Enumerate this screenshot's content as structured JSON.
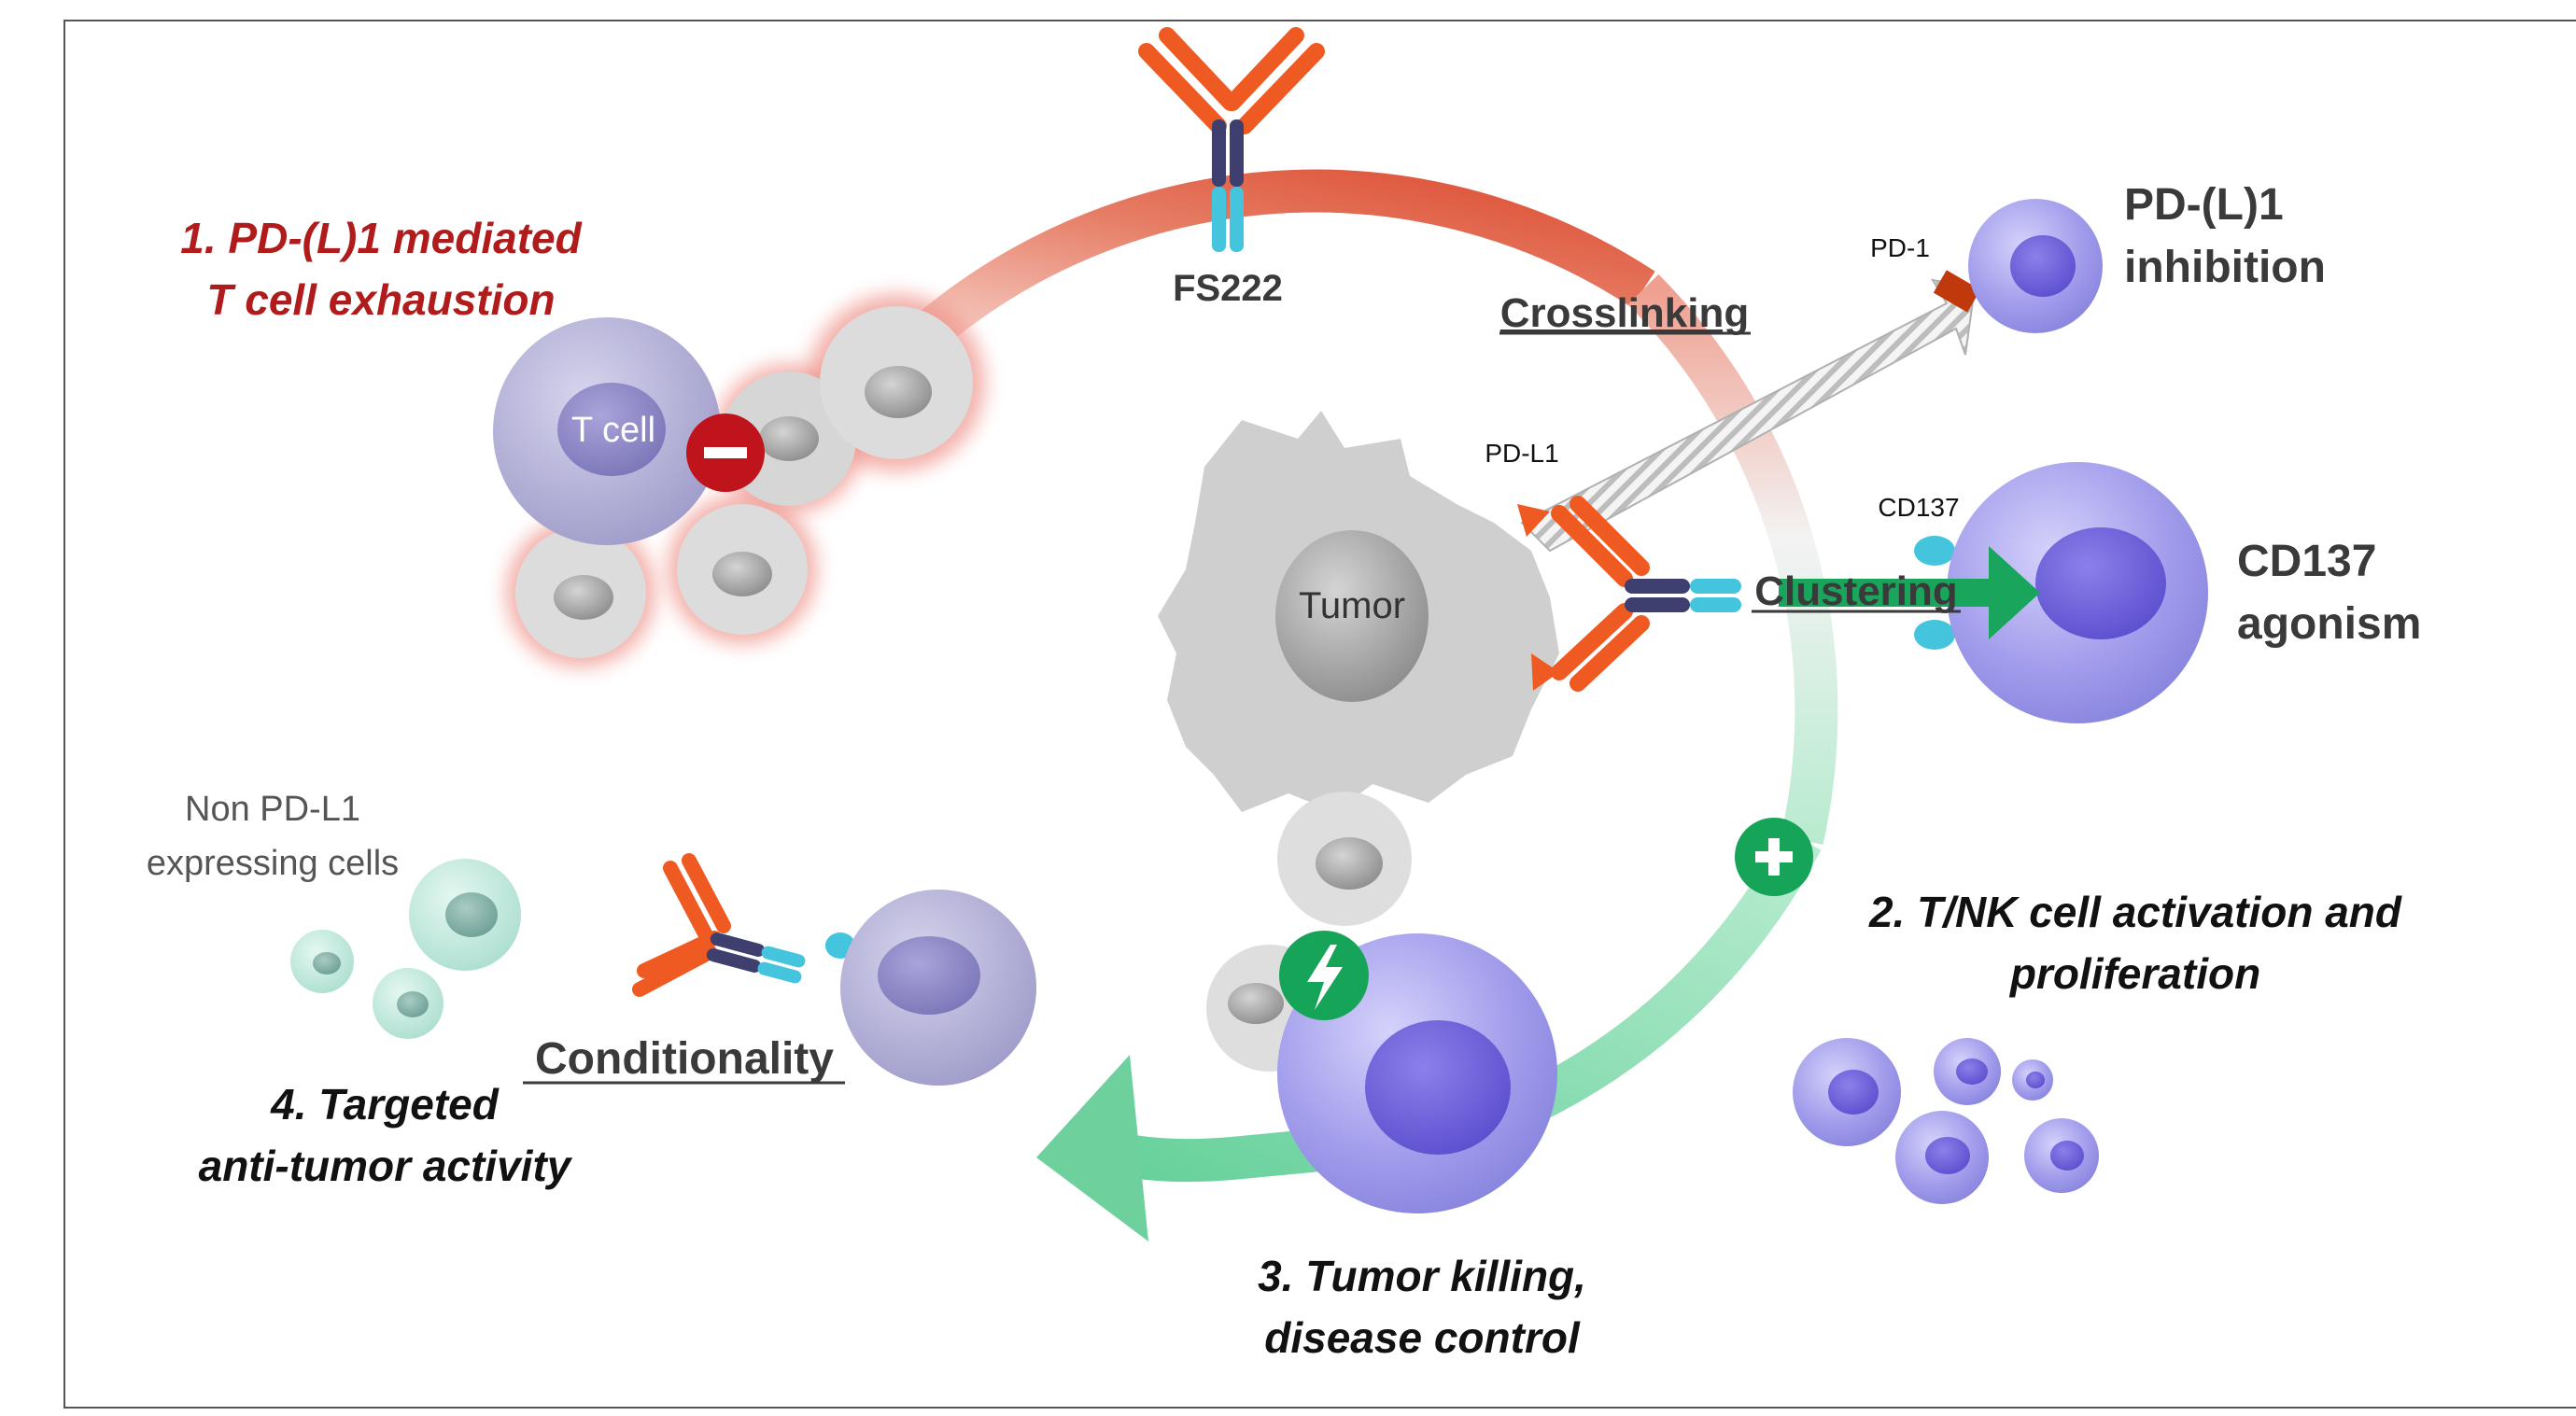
{
  "labels": {
    "step1_line1": "1. PD-(L)1 mediated",
    "step1_line2": "T cell exhaustion",
    "tcell": "T cell",
    "fs222": "FS222",
    "crosslinking": "Crosslinking",
    "pd1": "PD-1",
    "pdl1": "PD-L1",
    "pd_inhib_line1": "PD-(L)1",
    "pd_inhib_line2": "inhibition",
    "cd137": "CD137",
    "clustering": "Clustering",
    "cd137_ag_line1": "CD137",
    "cd137_ag_line2": "agonism",
    "tumor": "Tumor",
    "nonpdl1_line1": "Non PD-L1",
    "nonpdl1_line2": "expressing cells",
    "conditionality": "Conditionality",
    "step4_line1": "4. Targeted",
    "step4_line2": "anti-tumor activity",
    "step2_line1": "2. T/NK cell activation and",
    "step2_line2": "proliferation",
    "step3_line1": "3. Tumor killing,",
    "step3_line2": "disease control"
  },
  "icons": {
    "inhibit": "minus-icon",
    "activate": "plus-icon",
    "kill": "lightning-icon"
  },
  "colors": {
    "exhaustion_red": "#b01c1c",
    "text_dark": "#3a3a3a",
    "ring_red": "#e0553a",
    "ring_green": "#6fd4a0",
    "antibody_orange": "#ef5a23",
    "antibody_navy": "#3e3f6e",
    "antibody_cyan": "#45c4dd",
    "cell_purple": "#8b86e6",
    "tcell_lavender": "#a9a6d2",
    "tumor_grey": "#c9c9c9",
    "inhibit_red": "#c0141c",
    "activate_green": "#16a458"
  }
}
